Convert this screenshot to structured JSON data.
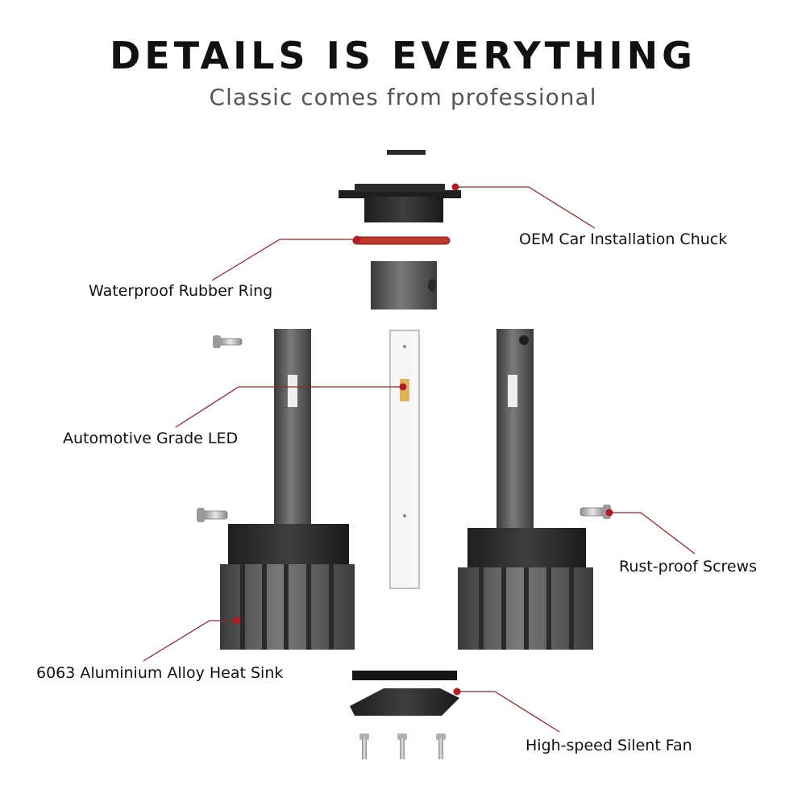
{
  "header": {
    "title": "DETAILS IS EVERYTHING",
    "subtitle": "Classic comes from professional"
  },
  "callouts": {
    "oem_chuck": "OEM Car Installation Chuck",
    "rubber_ring": "Waterproof Rubber Ring",
    "led": "Automotive Grade LED",
    "screws": "Rust-proof Screws",
    "heat_sink": "6063 Aluminium Alloy Heat Sink",
    "fan": "High-speed Silent Fan"
  },
  "colors": {
    "accent": "#b01c22",
    "metal": "#5a5a5a",
    "text": "#111111"
  }
}
